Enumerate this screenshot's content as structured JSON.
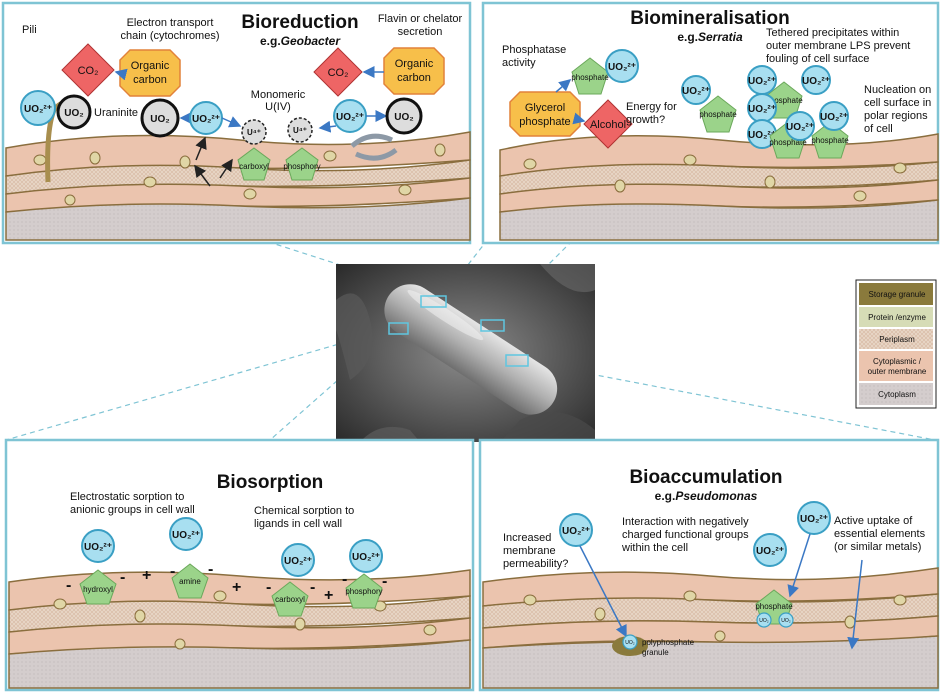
{
  "panels": {
    "bioreduction": {
      "title": "Bioreduction",
      "example_prefix": "e.g.",
      "example_organism": "Geobacter",
      "labels": {
        "pili": "Pili",
        "etc_line1": "Electron transport",
        "etc_line2": "chain (cytochromes)",
        "flavin_line1": "Flavin or chelator",
        "flavin_line2": "secretion",
        "organic1_line1": "Organic",
        "organic1_line2": "carbon",
        "organic2_line1": "Organic",
        "organic2_line2": "carbon",
        "co2": "CO₂",
        "uraninite": "Uraninite",
        "uo2": "UO₂",
        "uo2_ion": "UO₂²⁺",
        "monomeric_line1": "Monomeric",
        "monomeric_line2": "U(IV)",
        "u4": "U⁴⁺",
        "carboxyl": "carboxyl",
        "phosphory": "phosphory"
      }
    },
    "biomineralisation": {
      "title": "Biomineralisation",
      "example_prefix": "e.g.",
      "example_organism": "Serratia",
      "labels": {
        "phosphatase_line1": "Phosphatase",
        "phosphatase_line2": "activity",
        "glycerol_line1": "Glycerol",
        "glycerol_line2": "phosphate",
        "alcohol": "Alcohol",
        "energy_line1": "Energy for",
        "energy_line2": "growth?",
        "phosphate": "phosphate",
        "uo2_ion": "UO₂²⁺",
        "tethered_line1": "Tethered precipitates within",
        "tethered_line2": "outer membrane LPS prevent",
        "tethered_line3": "fouling of cell surface",
        "nucleation_line1": "Nucleation on",
        "nucleation_line2": "cell surface in",
        "nucleation_line3": "polar regions",
        "nucleation_line4": "of cell"
      }
    },
    "biosorption": {
      "title": "Biosorption",
      "labels": {
        "electrostatic_line1": "Electrostatic sorption to",
        "electrostatic_line2": "anionic groups in cell wall",
        "chemical_line1": "Chemical sorption to",
        "chemical_line2": "ligands in cell wall",
        "uo2_ion": "UO₂²⁺",
        "hydroxyl": "hydroxyl",
        "amine": "amine",
        "carboxyl": "carboxyl",
        "phosphory": "phosphory",
        "minus": "-",
        "plus": "+"
      }
    },
    "bioaccumulation": {
      "title": "Bioaccumulation",
      "example_prefix": "e.g.",
      "example_organism": "Pseudomonas",
      "labels": {
        "permeability_line1": "Increased",
        "permeability_line2": "membrane",
        "permeability_line3": "permeability?",
        "interaction_line1": "Interaction with negatively",
        "interaction_line2": "charged functional groups",
        "interaction_line3": "within the cell",
        "uptake_line1": "Active uptake of",
        "uptake_line2": "essential elements",
        "uptake_line3": "(or similar metals)",
        "uo2_ion": "UO₂²⁺",
        "phosphate": "phosphate",
        "polyphosphate_line1": "polyphosphate",
        "polyphosphate_line2": "granule",
        "uo2_small": "UO₂"
      }
    }
  },
  "legend": [
    {
      "label": "Storage granule",
      "color": "#8a7a3c"
    },
    {
      "label": "Protein /enzyme",
      "color": "#d6dcb6"
    },
    {
      "label": "Periplasm",
      "color": "#e9dcc6"
    },
    {
      "label": "Cytoplasmic / outer membrane",
      "color": "#ebc4ae"
    },
    {
      "label": "Cytoplasm",
      "color": "#cfc8c8"
    }
  ],
  "colors": {
    "frame": "#7fc4d4",
    "dash": "#7fc4d4",
    "uranyl_fill": "#a8dff0",
    "uranyl_stroke": "#3a9fc4",
    "co2_fill": "#ee6565",
    "organic_fill": "#f7bf4a",
    "pentagon_fill": "#9bd38a",
    "membrane": "#ebc4ae",
    "periplasm": "#e9dcc6",
    "cytoplasm": "#cfc8c8",
    "outline": "#8a6e3e"
  }
}
